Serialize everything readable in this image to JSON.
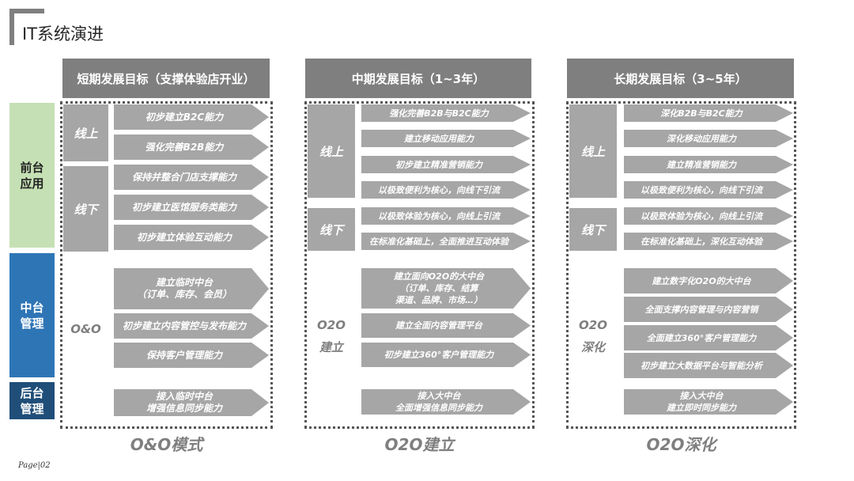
{
  "page": {
    "title": "IT系统演进",
    "page_number": "Page|02"
  },
  "rows": [
    {
      "label": "前台\n应用",
      "color": "#c5e0b4"
    },
    {
      "label": "中台\n管理",
      "color": "#2e75b6"
    },
    {
      "label": "后台\n管理",
      "color": "#1f4e79"
    }
  ],
  "columns": [
    {
      "header": "短期发展目标（支撑体验店开业）",
      "online_label": "线上",
      "offline_label": "线下",
      "online": [
        "初步建立B2C能力",
        "强化完善B2B能力"
      ],
      "offline": [
        "保持并整合门店支撑能力",
        "初步建立医馆服务类能力",
        "初步建立体验互动能力"
      ],
      "middle_group_label": "O&O",
      "middle": [
        "建立临时中台\n（订单、库存、会员）",
        "初步建立内容管控与发布能力",
        "保持客户管理能力"
      ],
      "back": "接入临时中台\n增强信息同步能力",
      "footer": "O&O模式"
    },
    {
      "header": "中期发展目标（1~3年）",
      "online_label": "线上",
      "offline_label": "线下",
      "online": [
        "强化完善B2B与B2C能力",
        "建立移动应用能力",
        "初步建立精准营销能力",
        "以极致便利为核心，向线下引流"
      ],
      "offline": [
        "以极致体验为核心，向线上引流",
        "在标准化基础上，全面推进互动体验"
      ],
      "middle_group_label": "O2O\n建立",
      "middle": [
        "建立面向O2O的大中台\n（订单、库存、结算\n渠道、品牌、市场…）",
        "建立全面内容管理平台",
        "初步建立360°客户管理能力"
      ],
      "back": "接入大中台\n全面增强信息同步能力",
      "footer": "O2O建立"
    },
    {
      "header": "长期发展目标（3~5年）",
      "online_label": "线上",
      "offline_label": "线下",
      "online": [
        "深化B2B与B2C能力",
        "深化移动应用能力",
        "建立精准营销能力",
        "以极致便利为核心，向线下引流"
      ],
      "offline": [
        "以极致体验为核心，向线上引流",
        "在标准化基础上，深化互动体验"
      ],
      "middle_group_label": "O2O\n深化",
      "middle": [
        "建立数字化O2O的大中台",
        "全面支撑内容管理与内容营销",
        "全面建立360°客户管理能力",
        "初步建立大数据平台与智能分析"
      ],
      "back": "接入大中台\n建立即时同步能力",
      "footer": "O2O深化"
    }
  ]
}
